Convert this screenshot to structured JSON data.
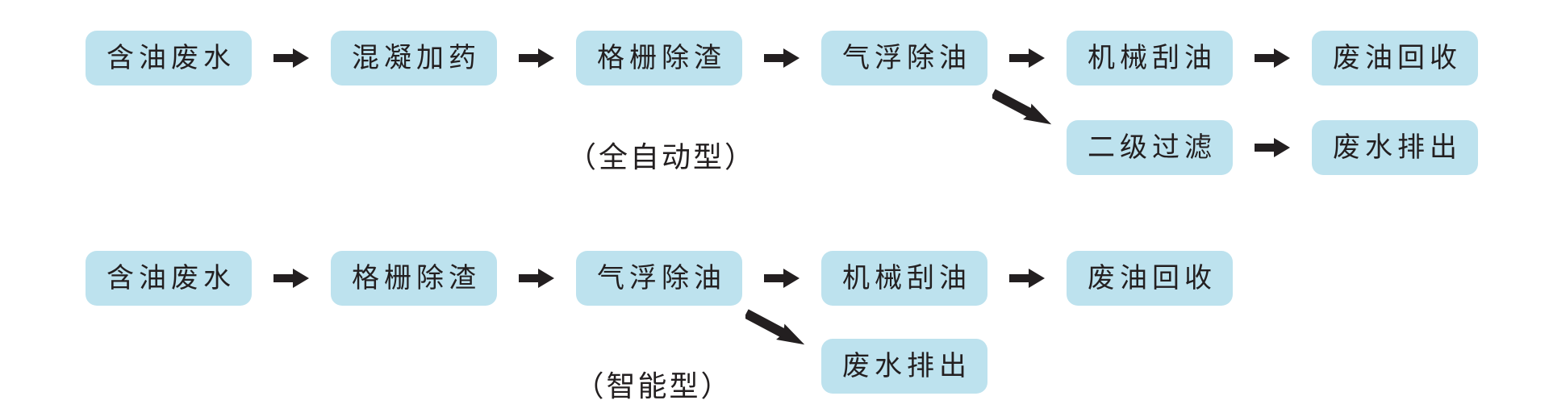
{
  "colors": {
    "background": "#ffffff",
    "node_fill": "#bde2ee",
    "text": "#231f20",
    "arrow": "#231f20"
  },
  "flows": [
    {
      "type_label": "（全自动型）",
      "nodes": [
        "含油废水",
        "混凝加药",
        "格栅除渣",
        "气浮除油",
        "机械刮油",
        "废油回收",
        "二级过滤",
        "废水排出"
      ],
      "connections": [
        "含油废水→混凝加药",
        "混凝加药→格栅除渣",
        "格栅除渣→气浮除油",
        "气浮除油→机械刮油",
        "机械刮油→废油回收",
        "气浮除油→二级过滤",
        "二级过滤→废水排出"
      ]
    },
    {
      "type_label": "（智能型）",
      "nodes": [
        "含油废水",
        "格栅除渣",
        "气浮除油",
        "机械刮油",
        "废油回收",
        "废水排出"
      ],
      "connections": [
        "含油废水→格栅除渣",
        "格栅除渣→气浮除油",
        "气浮除油→机械刮油",
        "机械刮油→废油回收",
        "气浮除油→废水排出"
      ]
    }
  ]
}
